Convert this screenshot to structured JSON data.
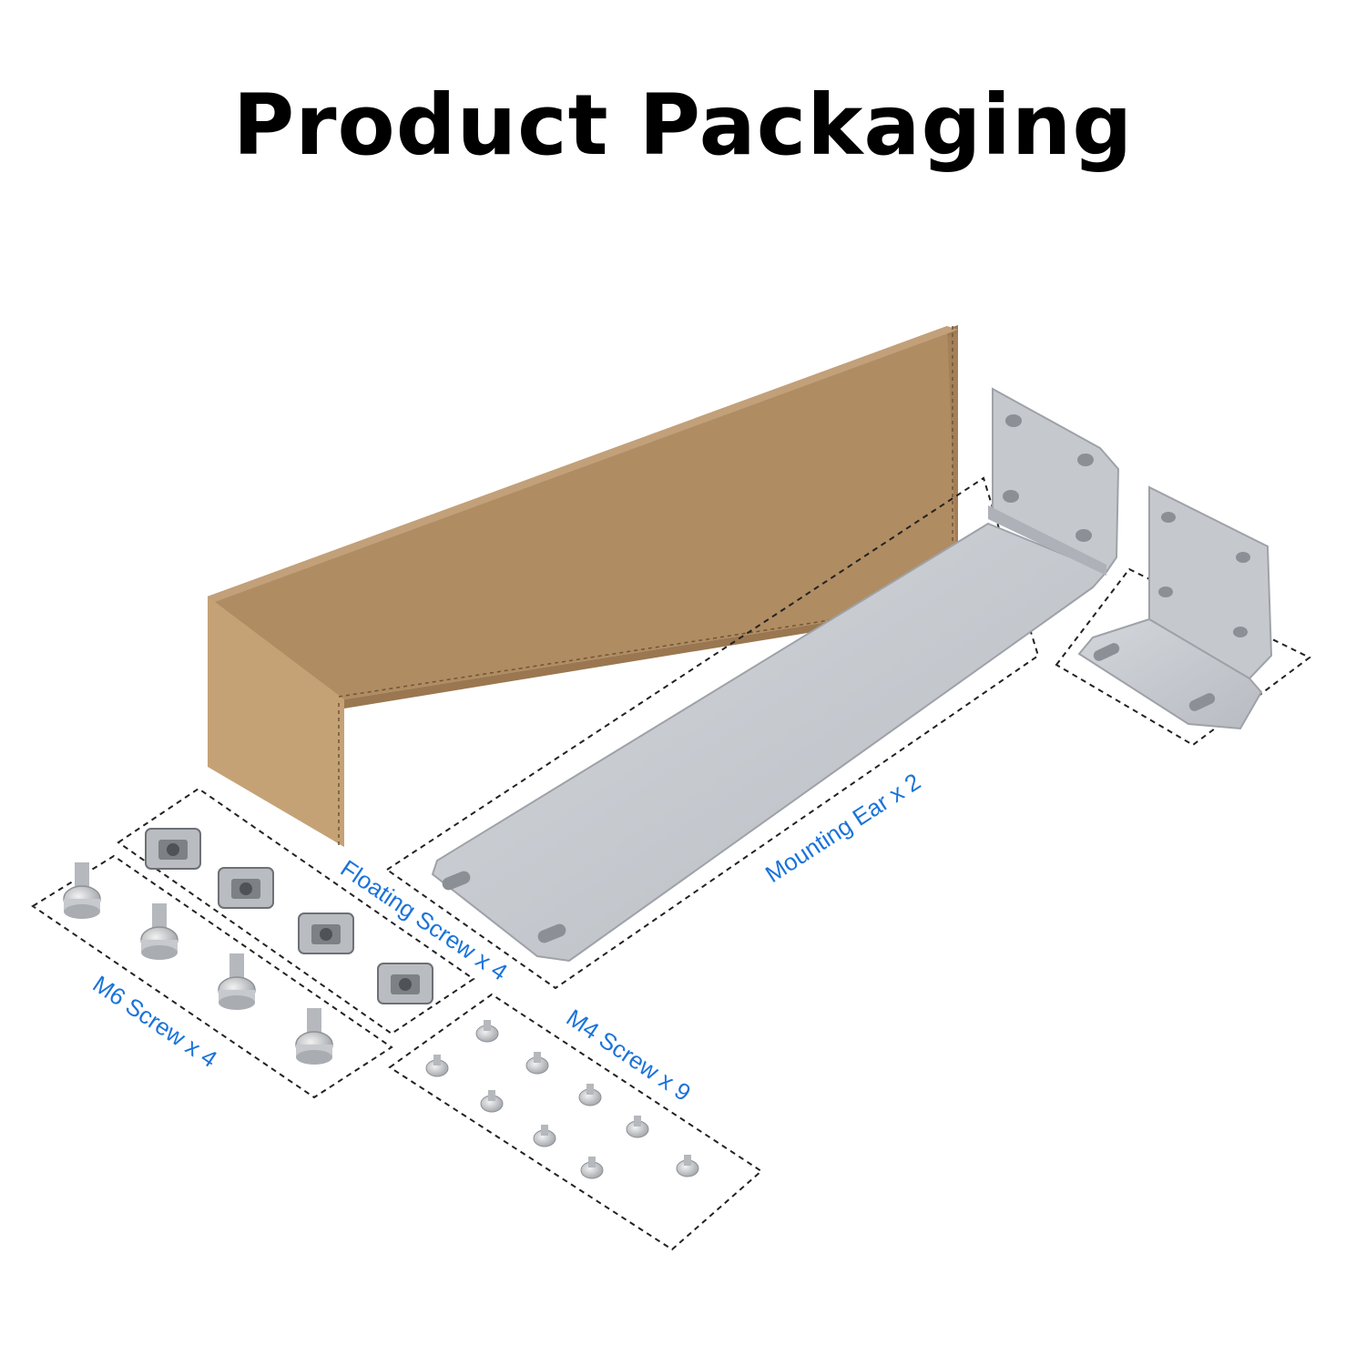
{
  "title": "Product Packaging",
  "colors": {
    "label": "#1a73d9",
    "box_front": "#b8956a",
    "box_top": "#a48159",
    "box_side": "#c9a67a",
    "metal": "#c9ccd1",
    "metal_dark": "#a9adb3",
    "outline": "#222222"
  },
  "items": [
    {
      "label": "Floating Screw x 4",
      "icon": "cage-nut-icon"
    },
    {
      "label": "Mounting Ear x 2",
      "icon": "mounting-bracket-icon"
    },
    {
      "label": "M6 Screw x 4",
      "icon": "m6-screw-icon"
    },
    {
      "label": "M4 Screw x 9",
      "icon": "m4-screw-icon"
    }
  ]
}
